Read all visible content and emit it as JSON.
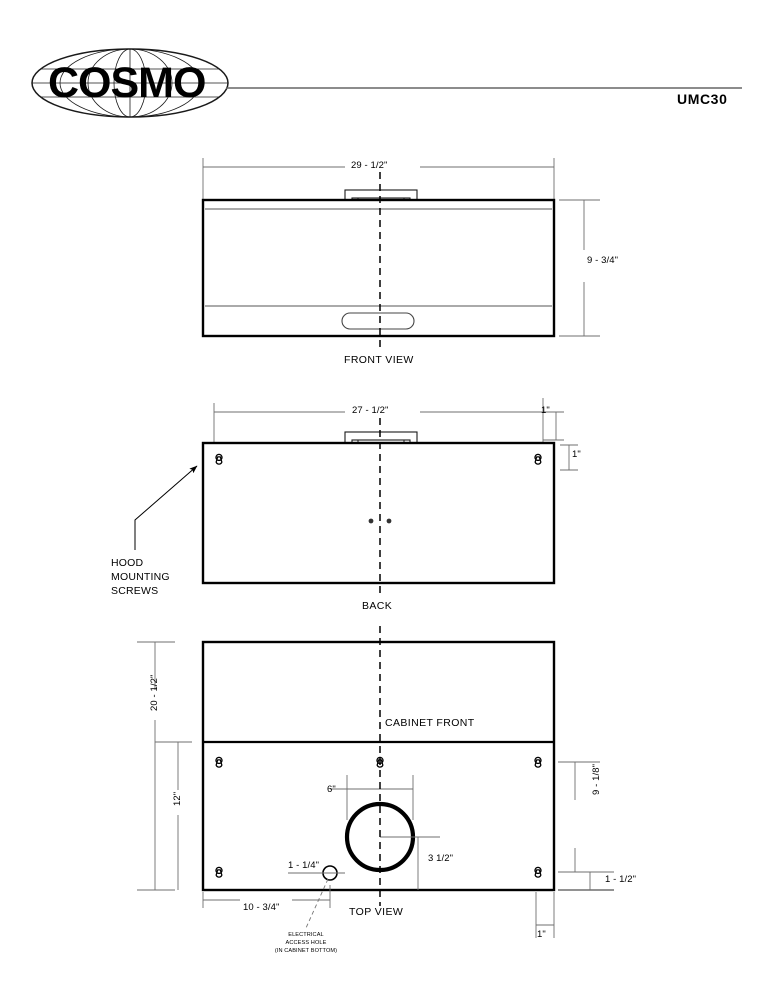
{
  "header": {
    "logo_text": "COSMO",
    "logo_name": "cosmo-globe-logo",
    "model_number": "UMC30"
  },
  "views": {
    "front": {
      "label": "FRONT VIEW",
      "width_dim": "29 - 1/2\"",
      "height_dim": "9 - 3/4\""
    },
    "back": {
      "label": "BACK",
      "width_dim": "27 - 1/2\"",
      "top_offset_dim": "1\"",
      "hole_offset_dim": "1\"",
      "callout": "HOOD\nMOUNTING\nSCREWS"
    },
    "top": {
      "label": "TOP VIEW",
      "cabinet_front_label": "CABINET FRONT",
      "depth_total_dim": "20 - 1/2\"",
      "depth_lower_dim": "12\"",
      "duct_dia_dim": "6\"",
      "duct_offset_dim": "3 1/2\"",
      "right_dim": "9 - 1/8\"",
      "right_bottom_dim": "1 - 1/2\"",
      "bottom_right_dim": "1\"",
      "elec_hole_dim": "1 - 1/4\"",
      "elec_hole_offset_dim": "10 - 3/4\"",
      "elec_note": "ELECTRICAL\nACCESS HOLE\n(IN CABINET BOTTOM)"
    }
  },
  "colors": {
    "line": "#000000",
    "dim_line": "#6f6f6f",
    "text": "#000000",
    "background": "#ffffff"
  }
}
